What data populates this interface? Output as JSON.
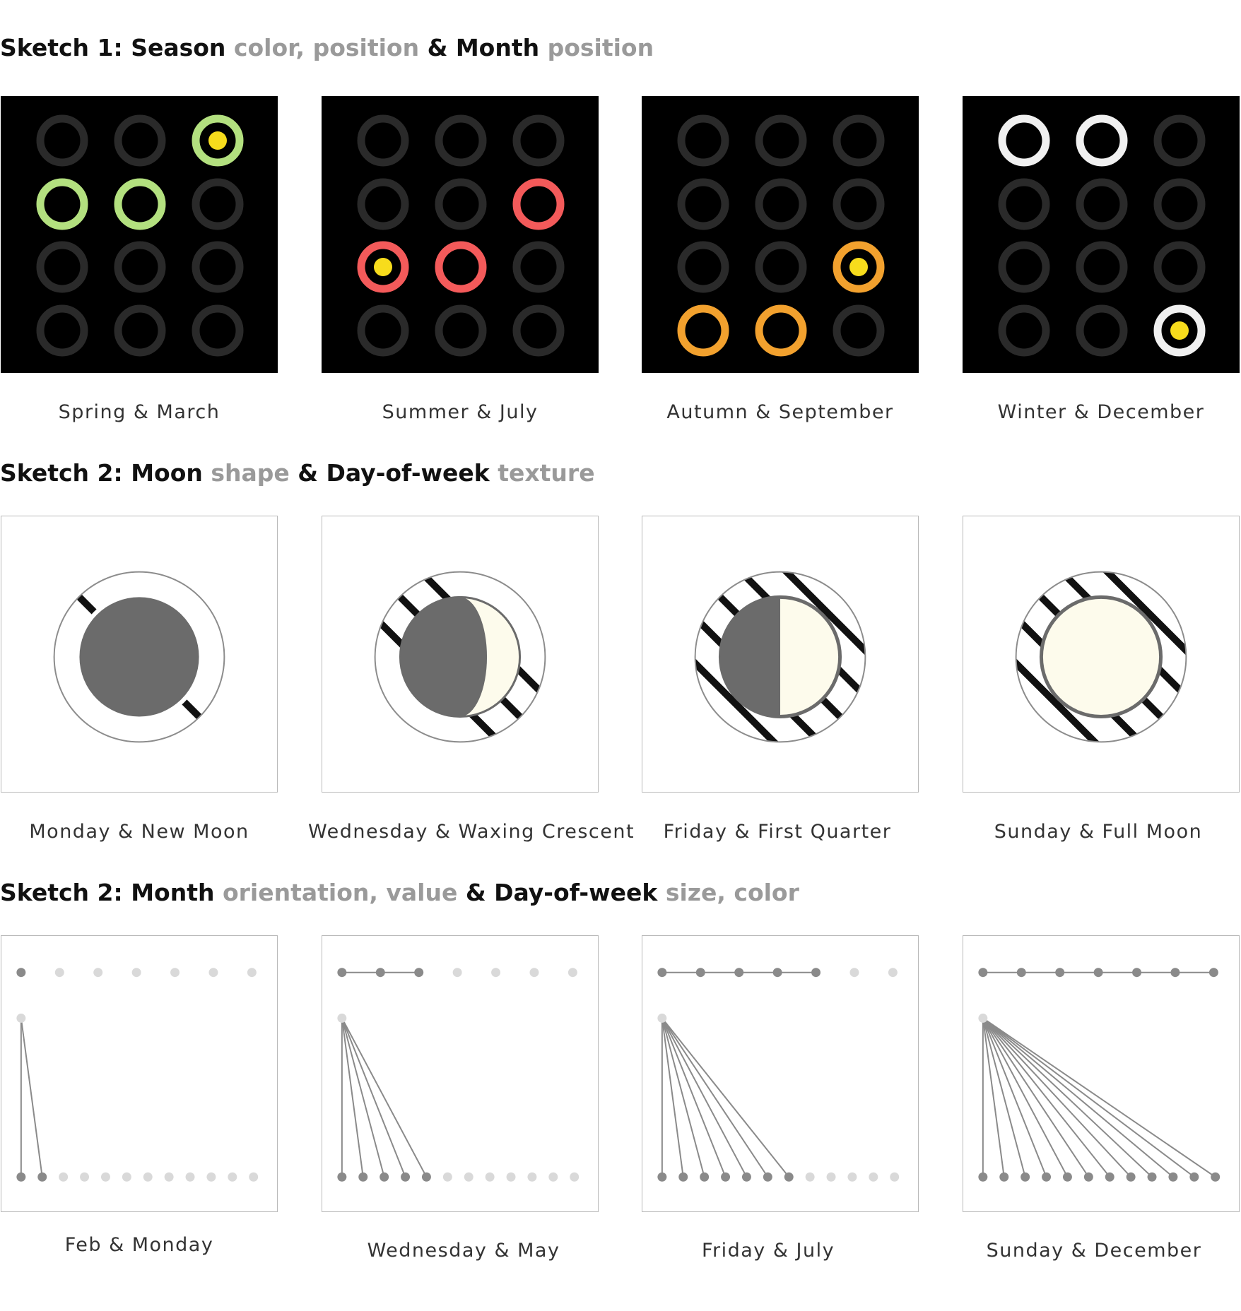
{
  "sketch1": {
    "heading": [
      {
        "text": "Sketch 1: ",
        "style": "b"
      },
      {
        "text": "Season ",
        "style": "b"
      },
      {
        "text": "color, position ",
        "style": "g"
      },
      {
        "text": "& Month ",
        "style": "b"
      },
      {
        "text": "position",
        "style": "g"
      }
    ],
    "panels": [
      {
        "caption": "Spring & March",
        "color": "#b3e07f",
        "highlight": [
          0,
          2
        ],
        "lit": [
          [
            0,
            2
          ],
          [
            1,
            0
          ],
          [
            1,
            1
          ]
        ]
      },
      {
        "caption": "Summer & July",
        "color": "#f35a5a",
        "highlight": [
          2,
          0
        ],
        "lit": [
          [
            1,
            2
          ],
          [
            2,
            0
          ],
          [
            2,
            1
          ]
        ]
      },
      {
        "caption": "Autumn & September",
        "color": "#f2a12e",
        "highlight": [
          2,
          2
        ],
        "lit": [
          [
            2,
            2
          ],
          [
            3,
            0
          ],
          [
            3,
            1
          ]
        ]
      },
      {
        "caption": "Winter & December",
        "color": "#f0f0f0",
        "highlight": [
          3,
          2
        ],
        "lit": [
          [
            0,
            0
          ],
          [
            0,
            1
          ],
          [
            3,
            2
          ]
        ]
      }
    ],
    "dim_ring_color": "#2a2a2a",
    "sun_color": "#f7dc1c"
  },
  "sketch2a": {
    "heading": [
      {
        "text": "Sketch 2: ",
        "style": "b"
      },
      {
        "text": "Moon ",
        "style": "b"
      },
      {
        "text": "shape ",
        "style": "g"
      },
      {
        "text": "& Day-of-week ",
        "style": "b"
      },
      {
        "text": "texture",
        "style": "g"
      }
    ],
    "panels": [
      {
        "caption": "Monday & New Moon",
        "phase": "new",
        "stripes": 1
      },
      {
        "caption": "Wednesday & Waxing Crescent",
        "phase": "crescent",
        "stripes": 3
      },
      {
        "caption": "Friday & First Quarter",
        "phase": "quarter",
        "stripes": 5
      },
      {
        "caption": "Sunday & Full Moon",
        "phase": "full",
        "stripes": 7
      }
    ],
    "dark_color": "#6b6b6b",
    "light_color": "#fdfbec"
  },
  "sketch2b": {
    "heading": [
      {
        "text": "Sketch 2: ",
        "style": "b"
      },
      {
        "text": "Month ",
        "style": "b"
      },
      {
        "text": "orientation, value ",
        "style": "g"
      },
      {
        "text": "& Day-of-week ",
        "style": "b"
      },
      {
        "text": "size, color",
        "style": "g"
      }
    ],
    "panels": [
      {
        "caption": "Feb & Monday",
        "day_of_week": 1,
        "month": 2
      },
      {
        "caption": "Wednesday & May",
        "day_of_week": 3,
        "month": 5
      },
      {
        "caption": "Friday & July",
        "day_of_week": 5,
        "month": 7
      },
      {
        "caption": "Sunday & December",
        "day_of_week": 7,
        "month": 12
      }
    ],
    "active_color": "#8a8a8a",
    "inactive_color": "#d9d9d9"
  }
}
